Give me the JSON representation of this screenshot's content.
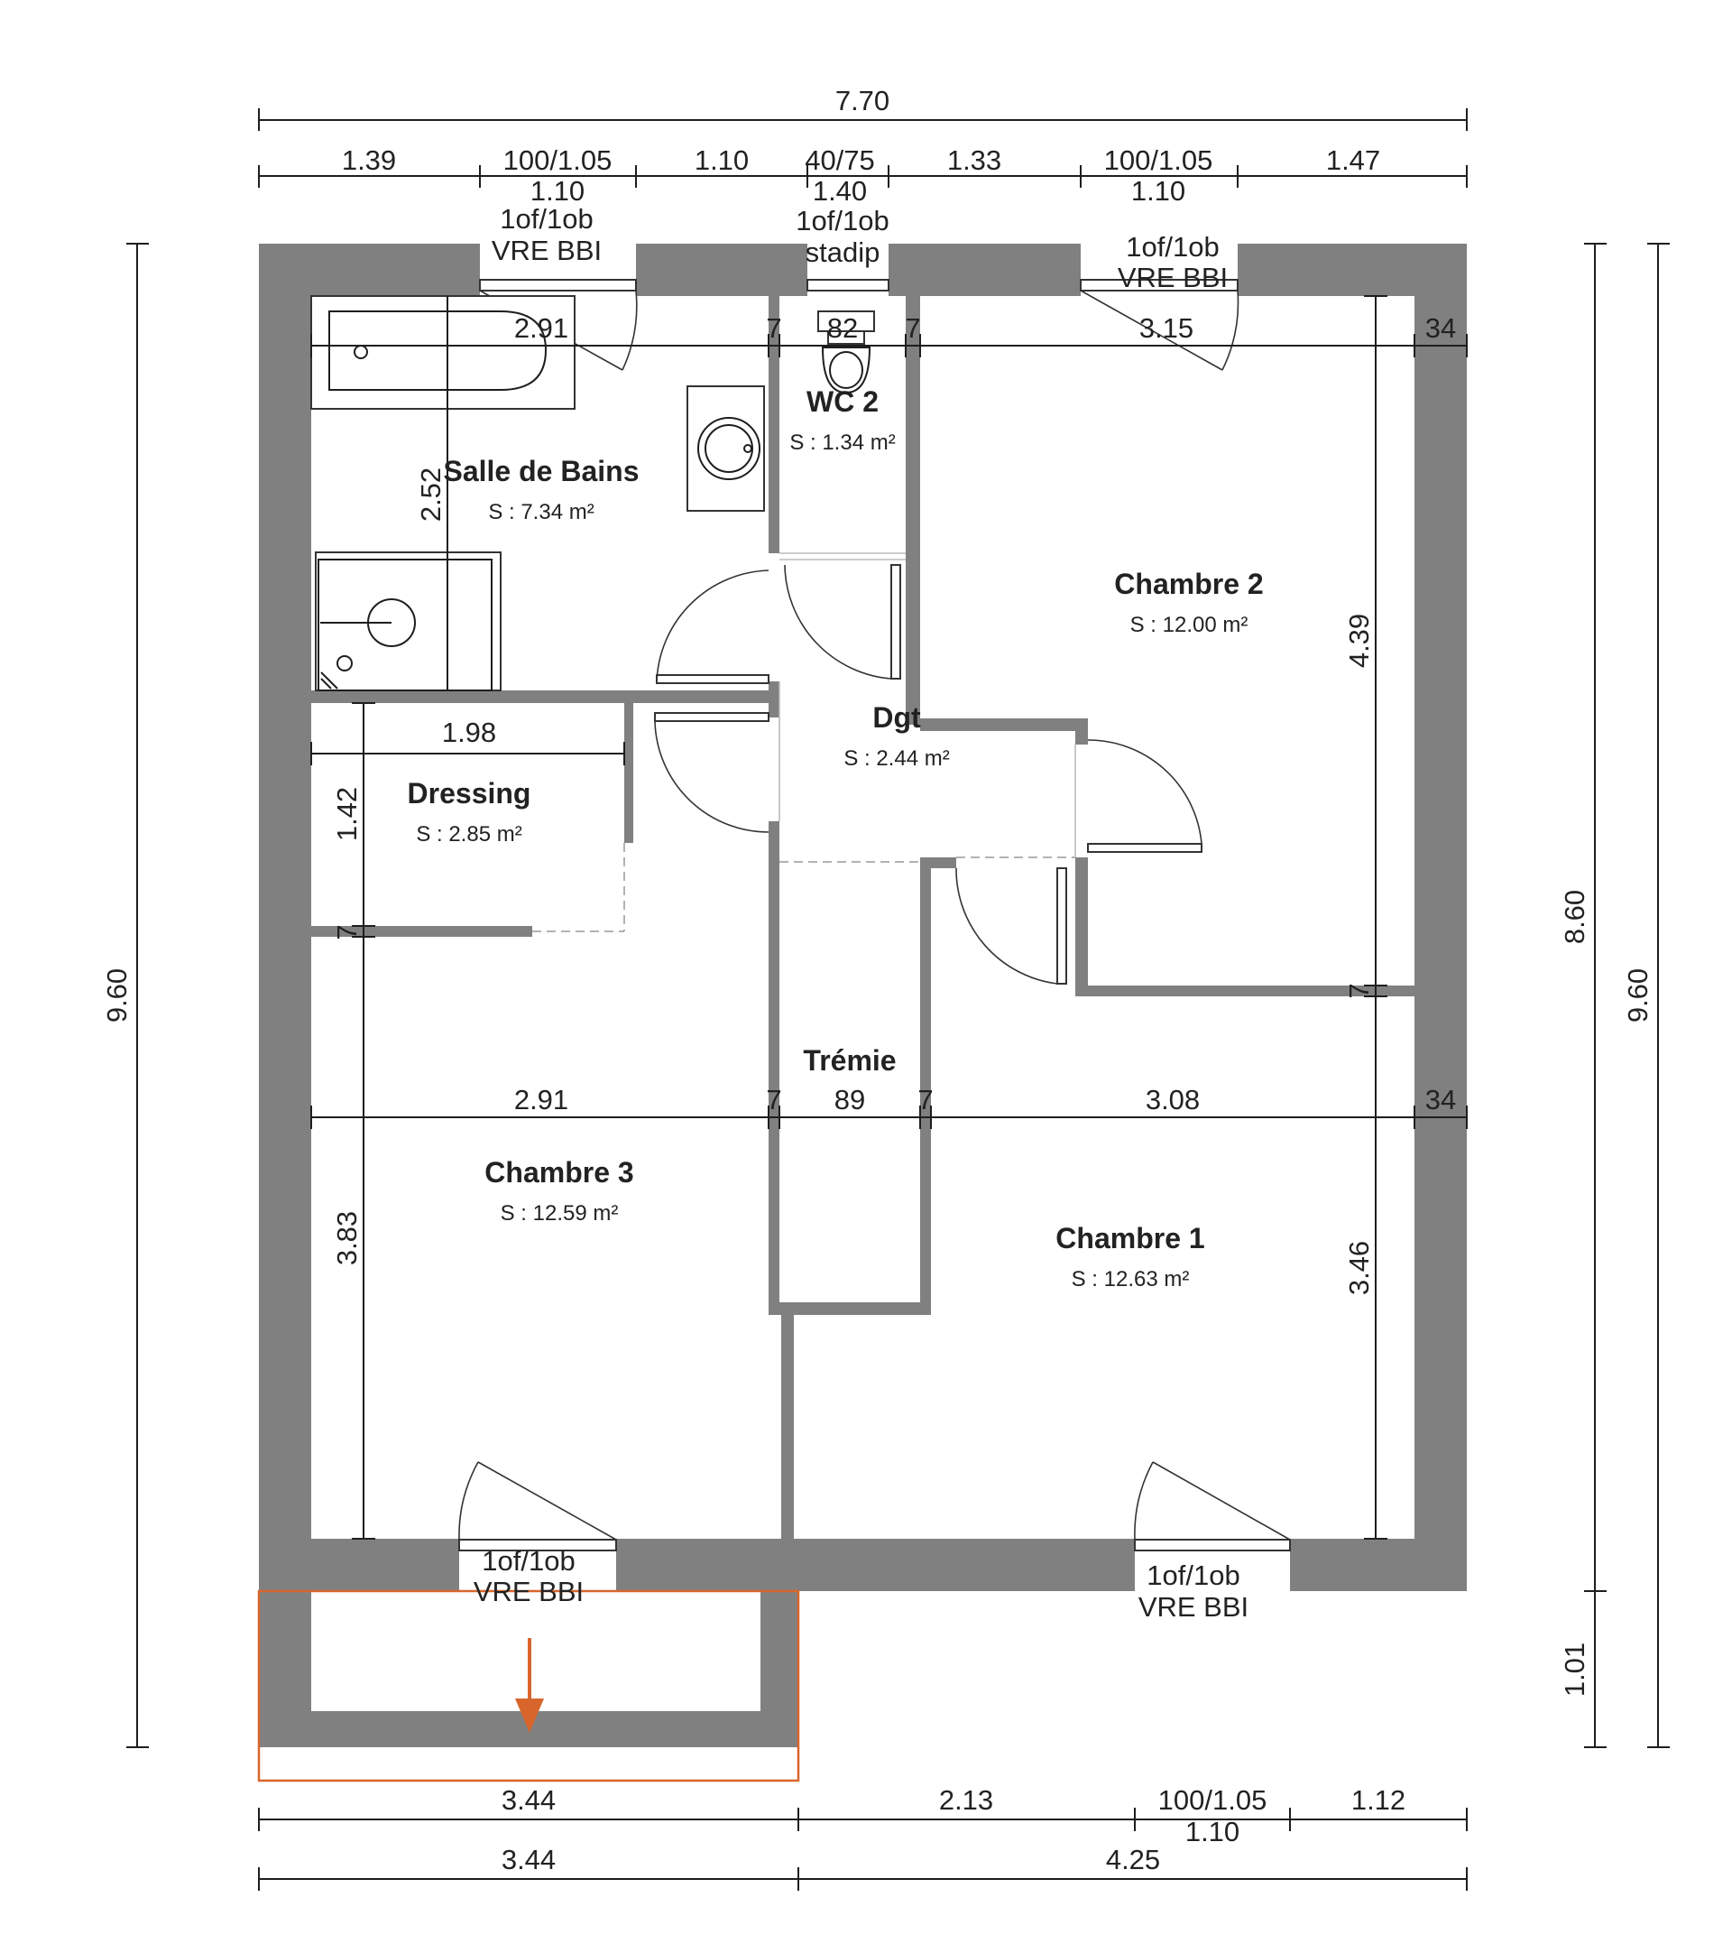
{
  "colors": {
    "wall": "#808080",
    "balcony_outline": "#d8662c",
    "arrow": "#d8662c",
    "line": "#1e1e1e"
  },
  "dimensions": {
    "top_total": "7.70",
    "top_segments": [
      "1.39",
      "100/1.05",
      "1.10",
      "40/75",
      "1.33",
      "100/1.05",
      "1.47"
    ],
    "top_window_heights": [
      "1.10",
      "1.40",
      "1.10"
    ],
    "left_total": "9.60",
    "right_total": "9.60",
    "right_inner": "8.60",
    "right_balcony": "1.01",
    "row1": [
      "2.91",
      "7",
      "82",
      "7",
      "3.15",
      "34"
    ],
    "row2": [
      "2.91",
      "7",
      "89",
      "7",
      "3.08",
      "34"
    ],
    "salle_de_bains_height": "2.52",
    "dressing_width": "1.98",
    "dressing_height": "1.42",
    "wall_7_left": "7",
    "wall_7_right": "7",
    "chambre2_height": "4.39",
    "chambre3_height": "3.83",
    "chambre1_height": "3.46",
    "bottom_row1": [
      "3.44",
      "2.13",
      "100/1.05",
      "1.12"
    ],
    "bottom_window_height": "1.10",
    "bottom_row2": [
      "3.44",
      "4.25"
    ]
  },
  "windows": {
    "w1": [
      "1of/1ob",
      "VRE BBI"
    ],
    "w2": [
      "1of/1ob",
      "stadip"
    ],
    "w3": [
      "1of/1ob",
      "VRE BBI"
    ],
    "w4": [
      "1of/1ob",
      "VRE BBI"
    ],
    "w5": [
      "1of/1ob",
      "VRE BBI"
    ]
  },
  "rooms": {
    "salle_de_bains": {
      "name": "Salle de Bains",
      "area": "S : 7.34 m²"
    },
    "wc2": {
      "name": "WC 2",
      "area": "S : 1.34 m²"
    },
    "chambre2": {
      "name": "Chambre 2",
      "area": "S : 12.00 m²"
    },
    "dressing": {
      "name": "Dressing",
      "area": "S : 2.85 m²"
    },
    "dgt": {
      "name": "Dgt",
      "area": "S : 2.44 m²"
    },
    "tremie": {
      "name": "Trémie"
    },
    "chambre3": {
      "name": "Chambre 3",
      "area": "S : 12.59 m²"
    },
    "chambre1": {
      "name": "Chambre 1",
      "area": "S : 12.63 m²"
    }
  }
}
